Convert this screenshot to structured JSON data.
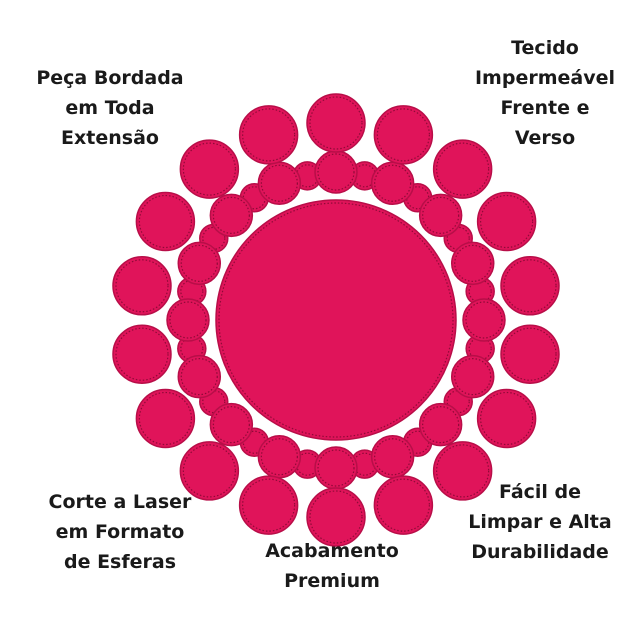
{
  "product": {
    "color": "#E0145A",
    "edge_color": "#B80E48",
    "stitch_color": "#8E0A37",
    "description": "pink laser-cut embroidered circular placemat with circles border"
  },
  "labels": {
    "top_left": [
      "Peça Bordada",
      "em Toda",
      "Extensão"
    ],
    "top_right": [
      "Tecido",
      "Impermeável",
      "Frente e",
      "Verso"
    ],
    "bottom_left": [
      "Corte a Laser",
      "em Formato",
      "de Esferas"
    ],
    "bottom_center": [
      "Acabamento",
      "Premium"
    ],
    "bottom_right": [
      "Fácil de",
      "Limpar  e Alta",
      "Durabilidade"
    ]
  }
}
